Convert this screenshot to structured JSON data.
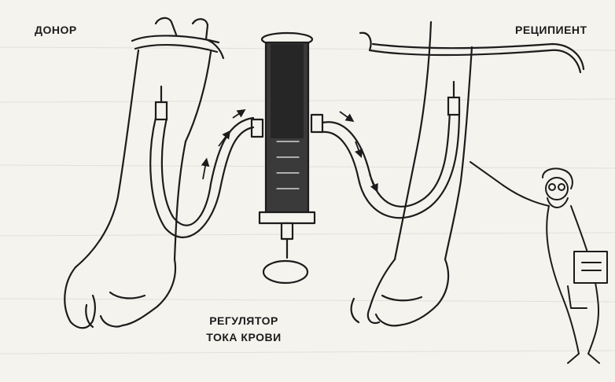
{
  "labels": {
    "donor": "ДОНОР",
    "recipient": "РЕЦИПИЕНТ",
    "regulator_line1": "РЕГУЛЯТОР",
    "regulator_line2": "ТОКА КРОВИ"
  },
  "colors": {
    "ink": "#1c1c1c",
    "paper": "#f4f3ee",
    "cylinder_fill": "#3a3a3a"
  }
}
